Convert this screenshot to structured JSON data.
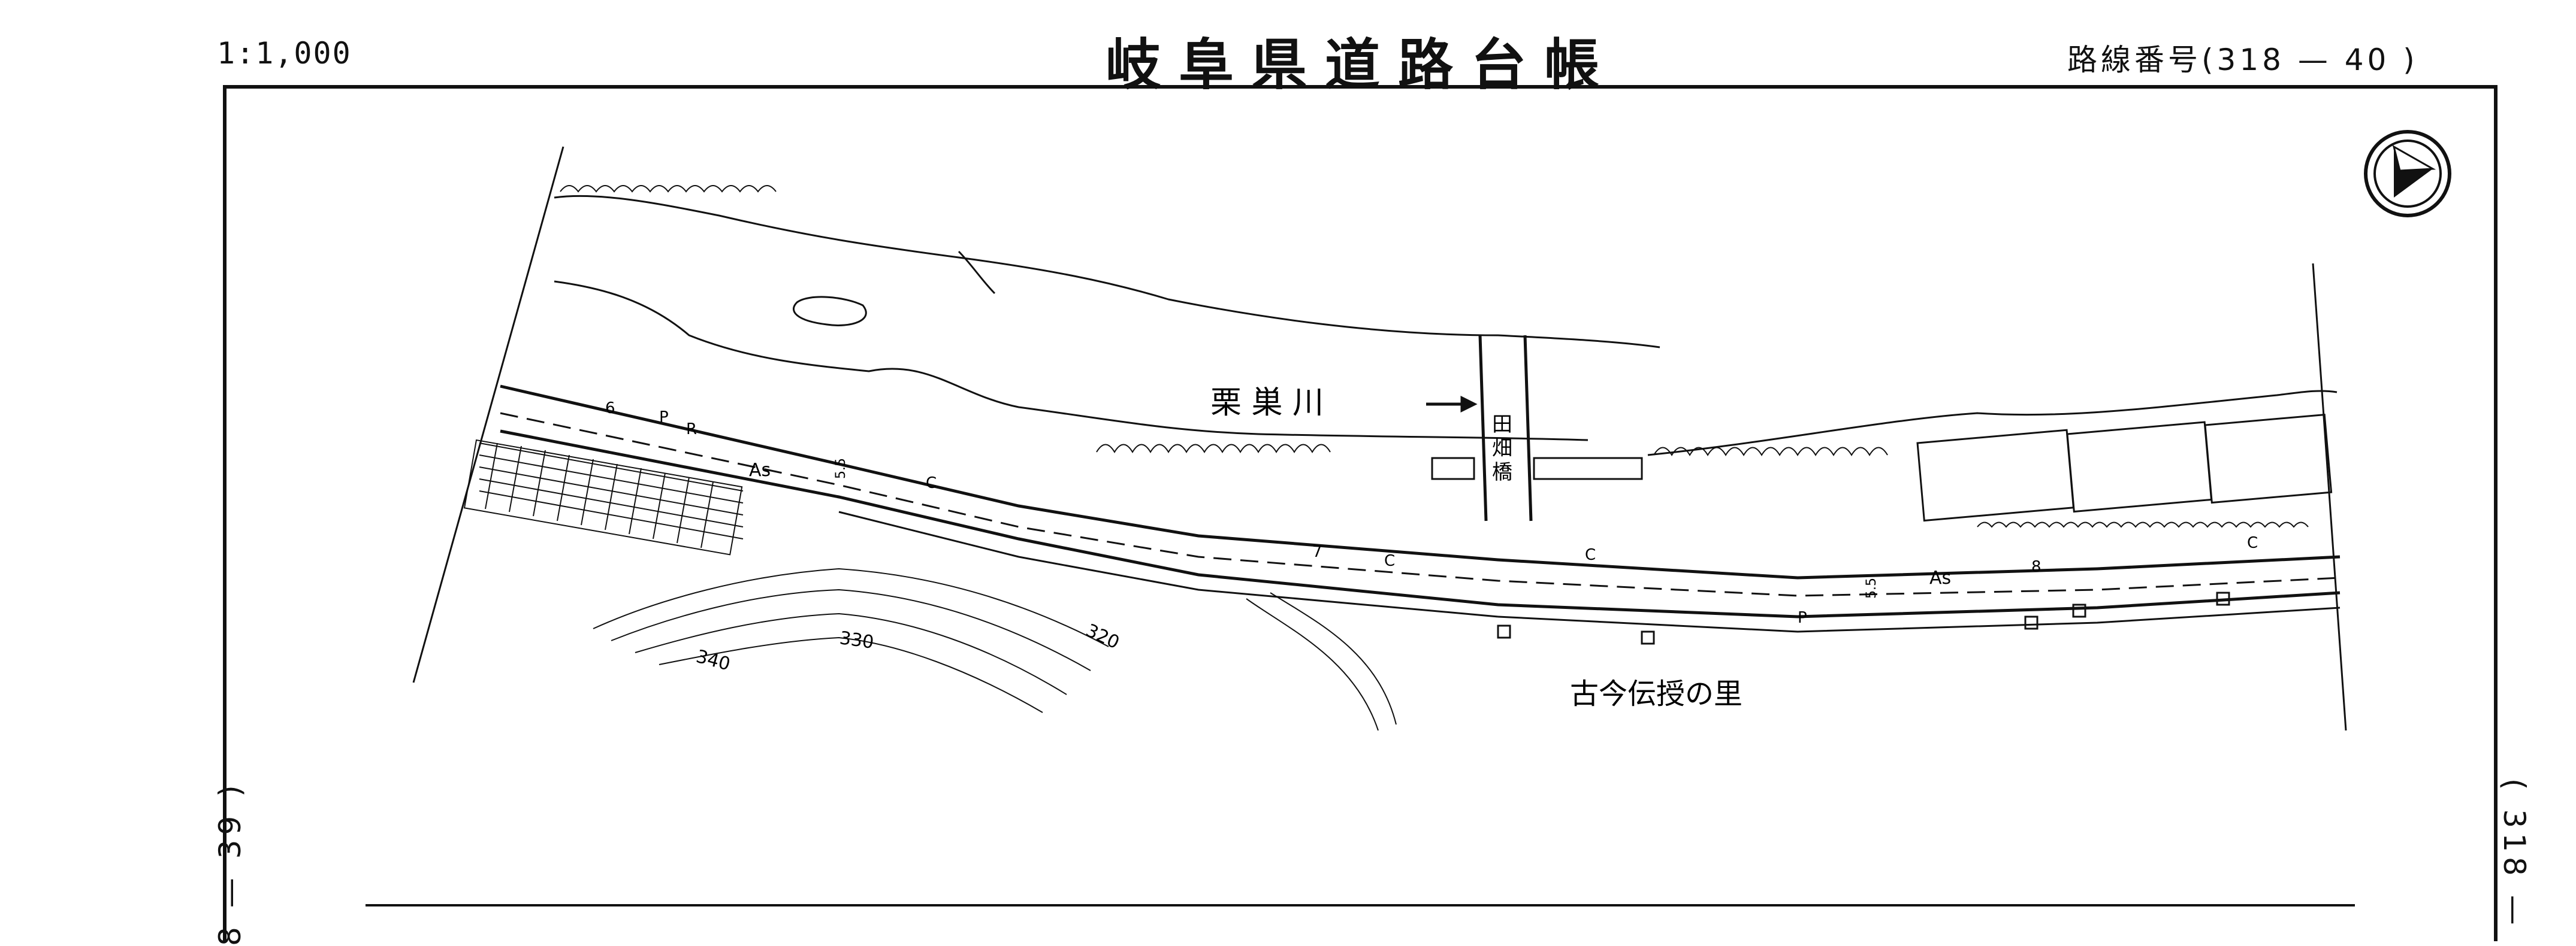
{
  "header": {
    "scale": "1:1,000",
    "title": "岐阜県道路台帳",
    "route_number": "路線番号(318 — 40 )"
  },
  "margin": {
    "left_ref": "8 — 39 )",
    "right_ref": "( 318 —"
  },
  "map": {
    "river_label": "栗 巣 川",
    "bridge_label": [
      "田",
      "畑",
      "橋"
    ],
    "place_label": "古今伝授の里",
    "contours": [
      "340",
      "330",
      "320"
    ],
    "road_codes": [
      "6",
      "P",
      "R",
      "As",
      "5.5",
      "C",
      "7",
      "C",
      "C",
      "5.5",
      "As",
      "8",
      "C",
      "P"
    ],
    "north_symbol": "north-arrow"
  },
  "colors": {
    "ink": "#111111",
    "paper": "#ffffff"
  }
}
